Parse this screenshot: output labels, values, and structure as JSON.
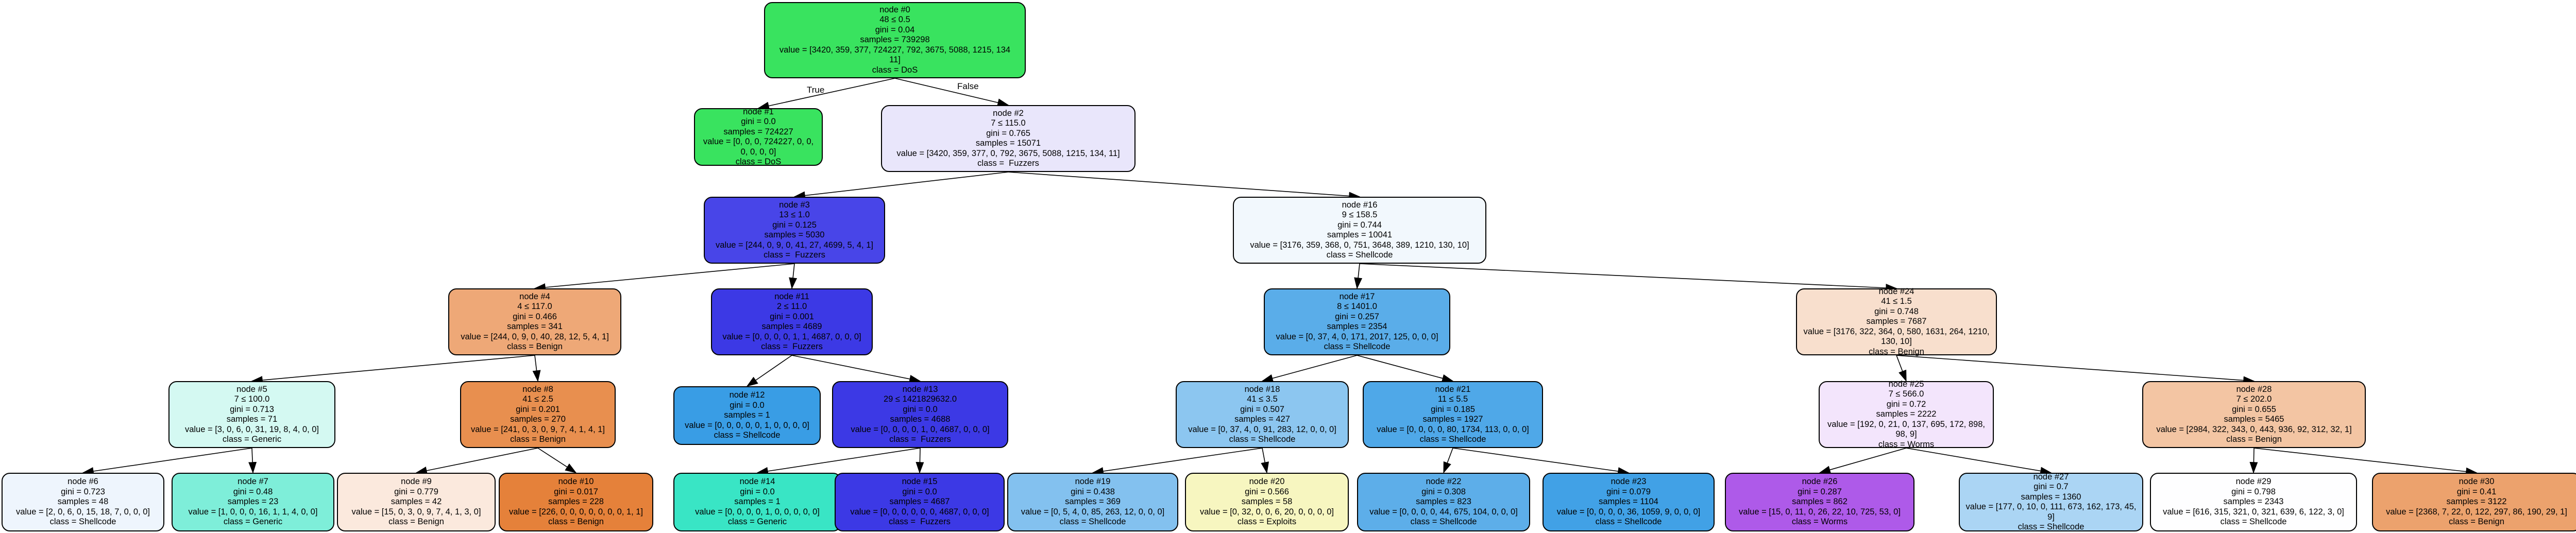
{
  "nodes": {
    "n0": {
      "id": "node #0",
      "test": "48 ≤ 0.5",
      "gini": "gini = 0.04",
      "samples": "samples = 739298",
      "value": "value = [3420, 359, 377, 724227, 792, 3675, 5088, 1215, 134\n11]",
      "class": "class = DoS",
      "color": "#39e35f"
    },
    "n1": {
      "id": "node #1",
      "test": "",
      "gini": "gini = 0.0",
      "samples": "samples = 724227",
      "value": "value = [0, 0, 0, 724227, 0, 0, 0, 0, 0, 0]",
      "class": "class = DoS",
      "color": "#39e35f"
    },
    "n2": {
      "id": "node #2",
      "test": "7 ≤ 115.0",
      "gini": "gini = 0.765",
      "samples": "samples = 15071",
      "value": "value = [3420, 359, 377, 0, 792, 3675, 5088, 1215, 134, 11]",
      "class": "class =  Fuzzers",
      "color": "#e9e6fb"
    },
    "n3": {
      "id": "node #3",
      "test": "13 ≤ 1.0",
      "gini": "gini = 0.125",
      "samples": "samples = 5030",
      "value": "value = [244, 0, 9, 0, 41, 27, 4699, 5, 4, 1]",
      "class": "class =  Fuzzers",
      "color": "#4845e8"
    },
    "n4": {
      "id": "node #4",
      "test": "4 ≤ 117.0",
      "gini": "gini = 0.466",
      "samples": "samples = 341",
      "value": "value = [244, 0, 9, 0, 40, 28, 12, 5, 4, 1]",
      "class": "class = Benign",
      "color": "#eea877"
    },
    "n5": {
      "id": "node #5",
      "test": "7 ≤ 100.0",
      "gini": "gini = 0.713",
      "samples": "samples = 71",
      "value": "value = [3, 0, 6, 0, 31, 19, 8, 4, 0, 0]",
      "class": "class = Generic",
      "color": "#d4f9f2"
    },
    "n6": {
      "id": "node #6",
      "test": "",
      "gini": "gini = 0.723",
      "samples": "samples = 48",
      "value": "value = [2, 0, 6, 0, 15, 18, 7, 0, 0, 0]",
      "class": "class = Shellcode",
      "color": "#eef5fd"
    },
    "n7": {
      "id": "node #7",
      "test": "",
      "gini": "gini = 0.48",
      "samples": "samples = 23",
      "value": "value = [1, 0, 0, 0, 16, 1, 1, 4, 0, 0]",
      "class": "class = Generic",
      "color": "#7eeed9"
    },
    "n8": {
      "id": "node #8",
      "test": "41 ≤ 2.5",
      "gini": "gini = 0.201",
      "samples": "samples = 270",
      "value": "value = [241, 0, 3, 0, 9, 7, 4, 1, 4, 1]",
      "class": "class = Benign",
      "color": "#e88f4f"
    },
    "n9": {
      "id": "node #9",
      "test": "",
      "gini": "gini = 0.779",
      "samples": "samples = 42",
      "value": "value = [15, 0, 3, 0, 9, 7, 4, 1, 3, 0]",
      "class": "class = Benign",
      "color": "#fbe9dd"
    },
    "n10": {
      "id": "node #10",
      "test": "",
      "gini": "gini = 0.017",
      "samples": "samples = 228",
      "value": "value = [226, 0, 0, 0, 0, 0, 0, 0, 1, 1]",
      "class": "class = Benign",
      "color": "#e5813a"
    },
    "n11": {
      "id": "node #11",
      "test": "2 ≤ 11.0",
      "gini": "gini = 0.001",
      "samples": "samples = 4689",
      "value": "value = [0, 0, 0, 0, 1, 1, 4687, 0, 0, 0]",
      "class": "class =  Fuzzers",
      "color": "#3c39e5"
    },
    "n12": {
      "id": "node #12",
      "test": "",
      "gini": "gini = 0.0",
      "samples": "samples = 1",
      "value": "value = [0, 0, 0, 0, 0, 1, 0, 0, 0, 0]",
      "class": "class = Shellcode",
      "color": "#399de5"
    },
    "n13": {
      "id": "node #13",
      "test": "29 ≤ 1421829632.0",
      "gini": "gini = 0.0",
      "samples": "samples = 4688",
      "value": "value = [0, 0, 0, 0, 1, 0, 4687, 0, 0, 0]",
      "class": "class =  Fuzzers",
      "color": "#3c39e5"
    },
    "n14": {
      "id": "node #14",
      "test": "",
      "gini": "gini = 0.0",
      "samples": "samples = 1",
      "value": "value = [0, 0, 0, 0, 1, 0, 0, 0, 0, 0]",
      "class": "class = Generic",
      "color": "#39e5c5"
    },
    "n15": {
      "id": "node #15",
      "test": "",
      "gini": "gini = 0.0",
      "samples": "samples = 4687",
      "value": "value = [0, 0, 0, 0, 0, 0, 4687, 0, 0, 0]",
      "class": "class =  Fuzzers",
      "color": "#3c39e5"
    },
    "n16": {
      "id": "node #16",
      "test": "9 ≤ 158.5",
      "gini": "gini = 0.744",
      "samples": "samples = 10041",
      "value": "value = [3176, 359, 368, 0, 751, 3648, 389, 1210, 130, 10]",
      "class": "class = Shellcode",
      "color": "#f2f8fd"
    },
    "n17": {
      "id": "node #17",
      "test": "8 ≤ 1401.0",
      "gini": "gini = 0.257",
      "samples": "samples = 2354",
      "value": "value = [0, 37, 4, 0, 171, 2017, 125, 0, 0, 0]",
      "class": "class = Shellcode",
      "color": "#5aade9"
    },
    "n18": {
      "id": "node #18",
      "test": "41 ≤ 3.5",
      "gini": "gini = 0.507",
      "samples": "samples = 427",
      "value": "value = [0, 37, 4, 0, 91, 283, 12, 0, 0, 0]",
      "class": "class = Shellcode",
      "color": "#8cc6f0"
    },
    "n19": {
      "id": "node #19",
      "test": "",
      "gini": "gini = 0.438",
      "samples": "samples = 369",
      "value": "value = [0, 5, 4, 0, 85, 263, 12, 0, 0, 0]",
      "class": "class = Shellcode",
      "color": "#83c1ef"
    },
    "n20": {
      "id": "node #20",
      "test": "",
      "gini": "gini = 0.566",
      "samples": "samples = 58",
      "value": "value = [0, 32, 0, 0, 6, 20, 0, 0, 0, 0]",
      "class": "class = Exploits",
      "color": "#f7f6c0"
    },
    "n21": {
      "id": "node #21",
      "test": "11 ≤ 5.5",
      "gini": "gini = 0.185",
      "samples": "samples = 1927",
      "value": "value = [0, 0, 0, 0, 80, 1734, 113, 0, 0, 0]",
      "class": "class = Shellcode",
      "color": "#4fa8e8"
    },
    "n22": {
      "id": "node #22",
      "test": "",
      "gini": "gini = 0.308",
      "samples": "samples = 823",
      "value": "value = [0, 0, 0, 0, 44, 675, 104, 0, 0, 0]",
      "class": "class = Shellcode",
      "color": "#5daee9"
    },
    "n23": {
      "id": "node #23",
      "test": "",
      "gini": "gini = 0.079",
      "samples": "samples = 1104",
      "value": "value = [0, 0, 0, 0, 36, 1059, 9, 0, 0, 0]",
      "class": "class = Shellcode",
      "color": "#41a1e6"
    },
    "n24": {
      "id": "node #24",
      "test": "41 ≤ 1.5",
      "gini": "gini = 0.748",
      "samples": "samples = 7687",
      "value": "value = [3176, 322, 364, 0, 580, 1631, 264, 1210, 130, 10]",
      "class": "class = Benign",
      "color": "#f8dfcd"
    },
    "n25": {
      "id": "node #25",
      "test": "7 ≤ 566.0",
      "gini": "gini = 0.72",
      "samples": "samples = 2222",
      "value": "value = [192, 0, 21, 0, 137, 695, 172, 898, 98, 9]",
      "class": "class = Worms",
      "color": "#f3e5fc"
    },
    "n26": {
      "id": "node #26",
      "test": "",
      "gini": "gini = 0.287",
      "samples": "samples = 862",
      "value": "value = [15, 0, 11, 0, 26, 22, 10, 725, 53, 0]",
      "class": "class = Worms",
      "color": "#ae5ae9"
    },
    "n27": {
      "id": "node #27",
      "test": "",
      "gini": "gini = 0.7",
      "samples": "samples = 1360",
      "value": "value = [177, 0, 10, 0, 111, 673, 162, 173, 45, 9]",
      "class": "class = Shellcode",
      "color": "#abd5f4"
    },
    "n28": {
      "id": "node #28",
      "test": "7 ≤ 202.0",
      "gini": "gini = 0.655",
      "samples": "samples = 5465",
      "value": "value = [2984, 322, 343, 0, 443, 936, 92, 312, 32, 1]",
      "class": "class = Benign",
      "color": "#f3c5a3"
    },
    "n29": {
      "id": "node #29",
      "test": "",
      "gini": "gini = 0.798",
      "samples": "samples = 2343",
      "value": "value = [616, 315, 321, 0, 321, 639, 6, 122, 3, 0]",
      "class": "class = Shellcode",
      "color": "#fefeff"
    },
    "n30": {
      "id": "node #30",
      "test": "",
      "gini": "gini = 0.41",
      "samples": "samples = 3122",
      "value": "value = [2368, 7, 22, 0, 122, 297, 86, 190, 29, 1]",
      "class": "class = Benign",
      "color": "#eca26d"
    }
  },
  "edge_labels": {
    "true_label": "True",
    "false_label": "False"
  }
}
